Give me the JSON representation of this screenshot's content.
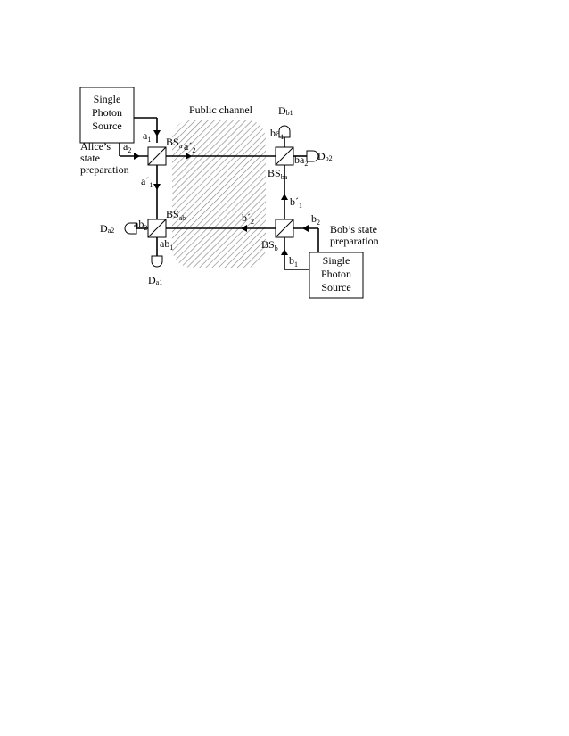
{
  "alice_source": {
    "line1": "Single",
    "line2": "Photon",
    "line3": "Source"
  },
  "bob_source": {
    "line1": "Single",
    "line2": "Photon",
    "line3": "Source"
  },
  "public_channel": "Public channel",
  "alice_prep": {
    "line1": "Alice’s",
    "line2": "state",
    "line3": "preparation"
  },
  "bob_prep": {
    "line1": "Bob’s state",
    "line2": "preparation"
  },
  "splitters": {
    "bs_a": {
      "base": "BS",
      "sub": "a"
    },
    "bs_ab": {
      "base": "BS",
      "sub": "ab"
    },
    "bs_ba": {
      "base": "BS",
      "sub": "ba"
    },
    "bs_b": {
      "base": "BS",
      "sub": "b"
    }
  },
  "detectors": {
    "db1": {
      "base": "D",
      "sub": "b1"
    },
    "db2": {
      "base": "D",
      "sub": "b2"
    },
    "da1": {
      "base": "D",
      "sub": "a1"
    },
    "da2": {
      "base": "D",
      "sub": "a2"
    }
  },
  "paths": {
    "a1": {
      "base": "a",
      "sub": "1"
    },
    "a2": {
      "base": "a",
      "sub": "2"
    },
    "a_prime_2": {
      "base": "a´",
      "sub": "2"
    },
    "a_prime_1": {
      "base": "a´",
      "sub": "1"
    },
    "ab1": {
      "base": "ab",
      "sub": "1"
    },
    "ab2": {
      "base": "ab",
      "sub": "2"
    },
    "ba1": {
      "base": "ba",
      "sub": "1"
    },
    "ba2": {
      "base": "ba",
      "sub": "2"
    },
    "b_prime_1": {
      "base": "b´",
      "sub": "1"
    },
    "b_prime_2": {
      "base": "b´",
      "sub": "2"
    },
    "b1": {
      "base": "b",
      "sub": "1"
    },
    "b2": {
      "base": "b",
      "sub": "2"
    }
  }
}
